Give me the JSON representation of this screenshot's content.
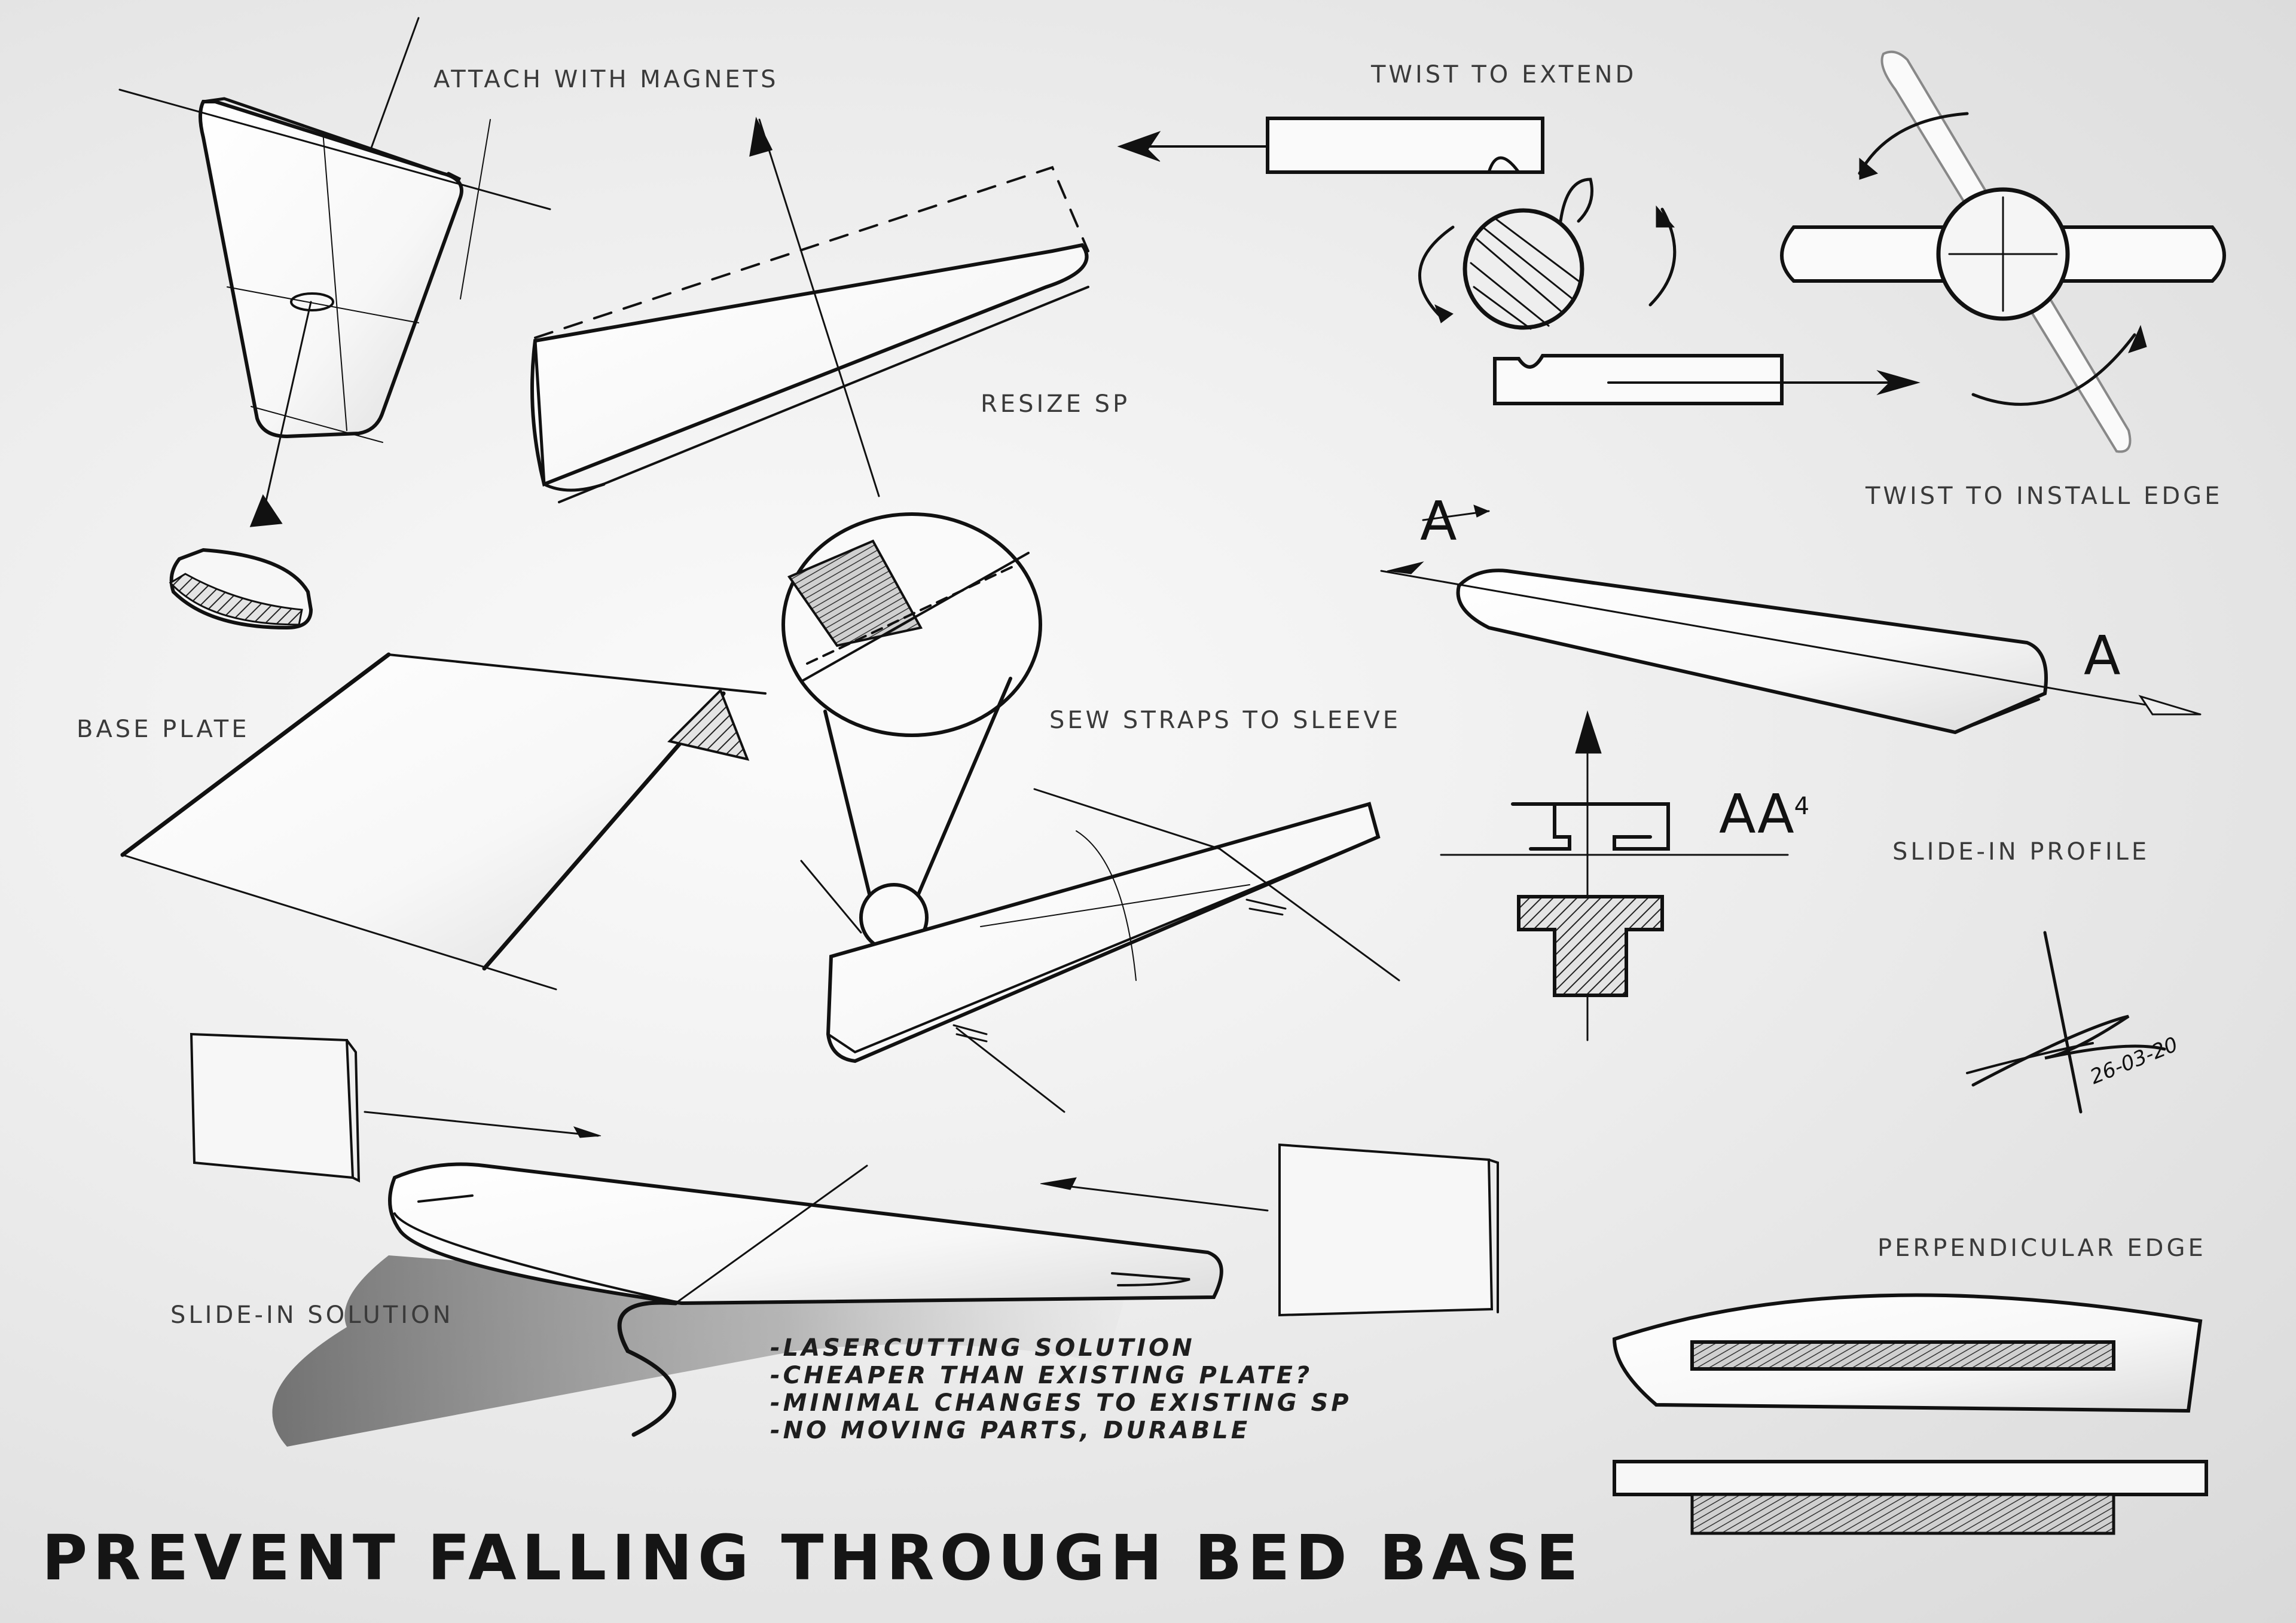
{
  "title": "PREVENT FALLING THROUGH BED BASE",
  "labels": {
    "attach_with_magnets": "ATTACH WITH MAGNETS",
    "twist_to_extend": "TWIST TO EXTEND",
    "resize_sp": "RESIZE SP",
    "twist_to_install_edge": "TWIST TO INSTALL EDGE",
    "base_plate": "BASE PLATE",
    "sew_straps_to_sleeve": "SEW STRAPS TO SLEEVE",
    "slide_in_profile": "SLIDE-IN PROFILE",
    "slide_in_solution": "SLIDE-IN SOLUTION",
    "perpendicular_edge": "PERPENDICULAR EDGE"
  },
  "section_marks": {
    "a_left": "A",
    "a_right": "A",
    "aa": "AA",
    "aa_sup": "4"
  },
  "notes": [
    "-LASERCUTTING SOLUTION",
    "-CHEAPER THAN EXISTING PLATE?",
    "-MINIMAL CHANGES TO EXISTING SP",
    "-NO MOVING PARTS, DURABLE"
  ],
  "signature": {
    "date": "26-03-20"
  },
  "colors": {
    "ink": "#111111",
    "label": "#3a3a3a",
    "background": "#e9e9e9"
  }
}
